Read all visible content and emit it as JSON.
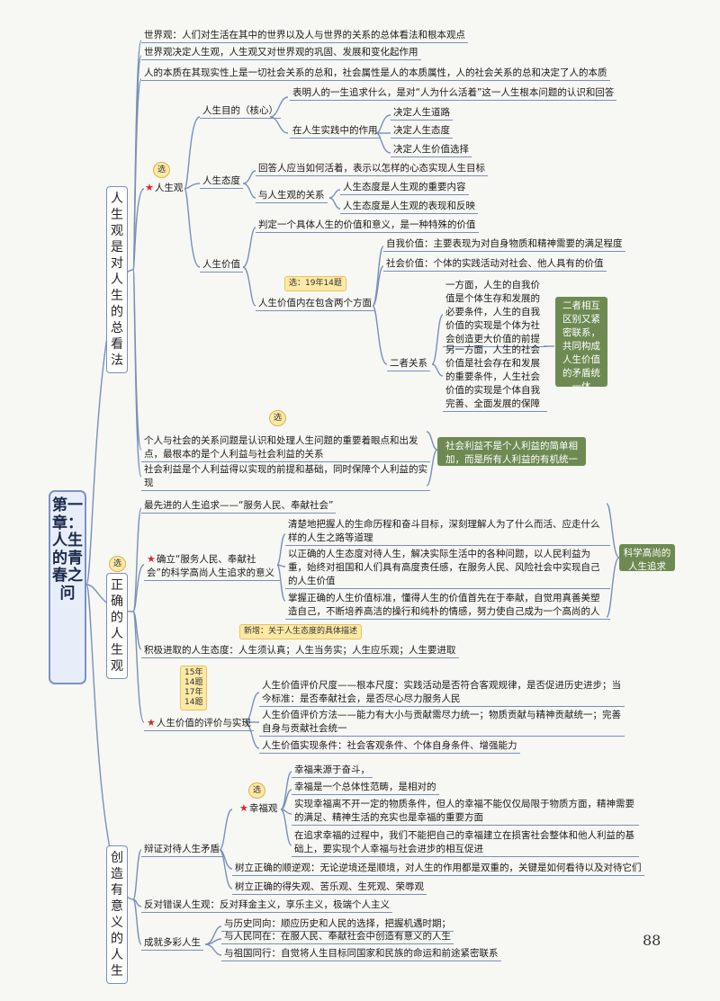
{
  "chapter_title": "第一章：人生的青春之问",
  "sections": {
    "s1": "人生观是对人生的总看法",
    "s2": "正确的人生观",
    "s3": "创造有意义的人生"
  },
  "top": {
    "a": "世界观：人们对生活在其中的世界以及人与世界的关系的总体看法和根本观点",
    "b": "世界观决定人生观，人生观又对世界观的巩固、发展和变化起作用",
    "c": "人的本质在其现实性上是一切社会关系的总和，社会属性是人的本质属性，人的社会关系的总和决定了人的本质"
  },
  "rsg": {
    "label": "人生观",
    "tag": "选",
    "mudi": {
      "label": "人生目的（核心）",
      "def": "表明人的一生追求什么，是对“人为什么活着”这一人生根本问题的认识和回答",
      "role": "在人生实践中的作用",
      "r1": "决定人生道路",
      "r2": "决定人生态度",
      "r3": "决定人生价值选择"
    },
    "taidu": {
      "label": "人生态度",
      "def": "回答人应当如何活着，表示以怎样的心态实现人生目标",
      "rel": "与人生观的关系",
      "rel1": "人生态度是人生观的重要内容",
      "rel2": "人生态度是人生观的表现和反映"
    },
    "jiazhi": {
      "label": "人生价值",
      "def": "判定一个具体人生的价值和意义，是一种特殊的价值",
      "two": "人生价值内在包含两个方面",
      "tag": "选：19年14题",
      "self": "自我价值：主要表现为对自身物质和精神需要的满足程度",
      "social": "社会价值：个体的实践活动对社会、他人具有的价值",
      "relation": "二者关系",
      "aspect1": "一方面，人生的自我价值是个体生存和发展的必要条件，人生的自我价值的实现是个体为社会创造更大价值的前提",
      "aspect2": "另一方面，人生的社会价值是社会存在和发展的重要条件，人生社会价值的实现是个体自我完善、全面发展的保障",
      "note": "二者相互区别又紧密联系，共同构成人生价值的矛盾统一体"
    }
  },
  "indiv": {
    "tag": "选",
    "a": "个人与社会的关系问题是认识和处理人生问题的重要着眼点和出发点，最根本的是个人利益与社会利益的关系",
    "b": "社会利益是个人利益得以实现的前提和基础，同时保障个人利益的实现",
    "note": "社会利益不是个人利益的简单相加，而是所有人利益的有机统一"
  },
  "correct": {
    "tag": "选",
    "highest": "最先进的人生追求——“服务人民、奉献社会”",
    "meaning": "确立“服务人民、奉献社会”的科学高尚人生追求的意义",
    "m1": "清楚地把握人的生命历程和奋斗目标，深刻理解人为了什么而活、应走什么样的人生之路等道理",
    "m2": "以正确的人生态度对待人生，解决实际生活中的各种问题，以人民利益为重，始终对祖国和人们具有高度责任感，在服务人民、风险社会中实现自己的人生价值",
    "m3": "掌握正确的人生价值标准，懂得人生的价值首先在于奉献，自觉用真善美塑造自己，不断培养高洁的操行和纯朴的情感，努力使自己成为一个高尚的人",
    "note": "科学高尚的人生追求",
    "newtag": "新增：关于人生态度的具体描述",
    "positive": "积极进取的人生态度：人生须认真；人生当务实；人生应乐观；人生要进取",
    "years": "15年\n14题\n17年\n14题",
    "eval": "人生价值的评价与实现",
    "e1": "人生价值评价尺度——根本尺度：实践活动是否符合客观规律，是否促进历史进步；当今标准：是否奉献社会，是否尽心尽力服务人民",
    "e2": "人生价值评价方法——能力有大小与贡献需尽力统一；物质贡献与精神贡献统一；完善自身与贡献社会统一",
    "e3": "人生价值实现条件：社会客观条件、个体自身条件、增强能力"
  },
  "create": {
    "dialectic": "辩证对待人生矛盾",
    "tag": "选",
    "happy": "幸福观",
    "h1": "幸福来源于奋斗，",
    "h2": "幸福是一个总体性范畴，是相对的",
    "h3": "实现幸福离不开一定的物质条件，但人的幸福不能仅仅局限于物质方面，精神需要的满足、精神生活的充实也是幸福的重要方面",
    "h4": "在追求幸福的过程中，我们不能把自己的幸福建立在损害社会整体和他人利益的基础上，要实现个人幸福与社会进步的相互促进",
    "adversity": "树立正确的顺逆观：无论逆境还是顺境，对人生的作用都是双重的，关键是如何看待以及对待它们",
    "gains": "树立正确的得失观、苦乐观、生死观、荣辱观",
    "oppose": "反对错误人生观：反对拜金主义，享乐主义，极端个人主义",
    "diverse": "成就多彩人生",
    "d1": "与历史同向：顺应历史和人民的选择，把握机遇时期；",
    "d2": "与人民同在：在服人民、奉献社会中创造有意义的人生",
    "d3": "与祖国同行：自觉将人生目标同国家和民族的命运和前途紧密联系"
  },
  "page_number": "88"
}
